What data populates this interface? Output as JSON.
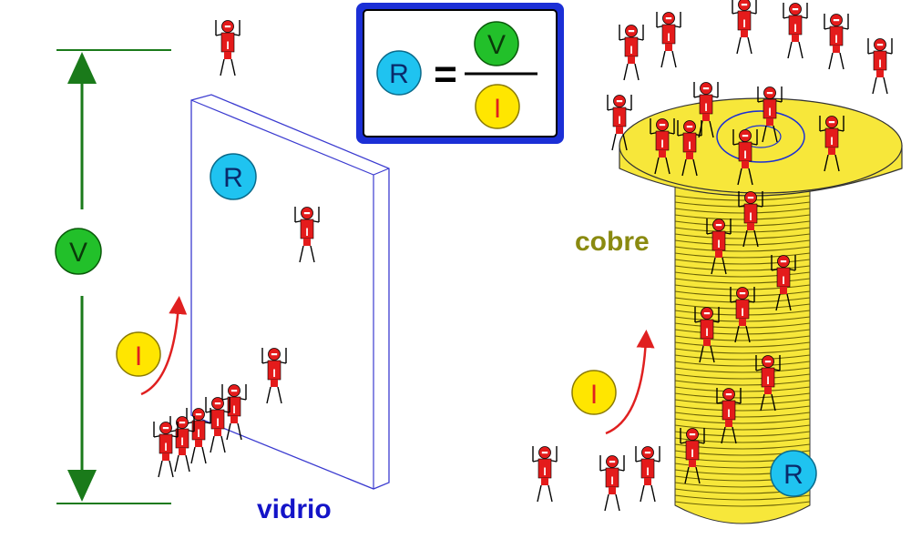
{
  "formula": {
    "lhs": "R",
    "equals": "=",
    "numerator": "V",
    "denominator": "I"
  },
  "left_panel": {
    "voltage_label": "V",
    "resistance_label": "R",
    "current_label": "I",
    "material_label": "vidrio",
    "person_shirt_letter": "I"
  },
  "right_panel": {
    "resistance_label": "R",
    "current_label": "I",
    "material_label": "cobre",
    "person_shirt_letter": "I"
  },
  "colors": {
    "voltage_circle": "#22c02a",
    "resistance_circle": "#1fc3f0",
    "current_circle": "#ffe600",
    "current_text": "#e02020",
    "person_red": "#e41b1b",
    "copper_yellow": "#f7e73a",
    "glass_outline": "#3b3bd0",
    "arrow_green": "#1a7a1a",
    "vidrio_text": "#1414c8",
    "cobre_text": "#8a8a10",
    "formula_border": "#1b2fd6"
  }
}
